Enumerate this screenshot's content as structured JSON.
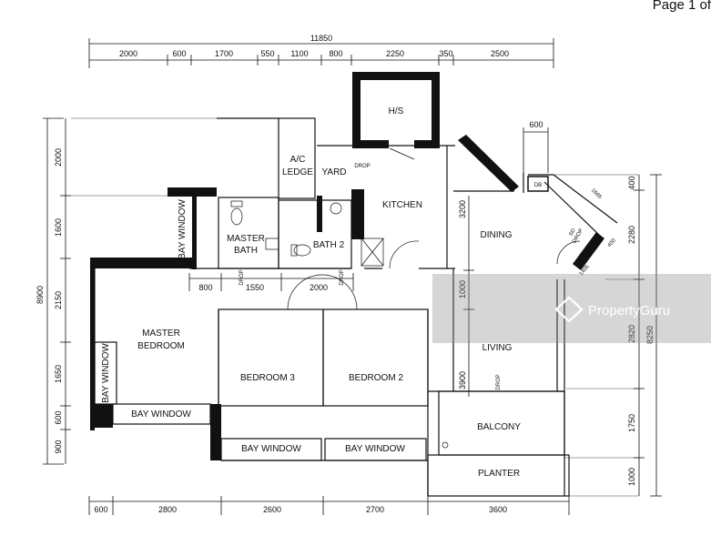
{
  "page_label": "Page 1 of",
  "watermark": {
    "text": "PropertyGuru",
    "icon": "propertyguru-logo-icon"
  },
  "dims": {
    "total_width": "11850",
    "top": [
      "2000",
      "600",
      "1700",
      "550",
      "1100",
      "800",
      "2250",
      "350",
      "2500"
    ],
    "bottom": [
      "600",
      "2800",
      "2600",
      "2700",
      "3600"
    ],
    "left_total": "8900",
    "left": [
      "2000",
      "1600",
      "2150",
      "1650",
      "600",
      "900"
    ],
    "right_total": "8250",
    "right": [
      "400",
      "2280",
      "2820",
      "1750",
      "1000"
    ],
    "inner": {
      "kitchen_3200": "3200",
      "living_1000": "1000",
      "living_3900": "3900",
      "corridor_800": "800",
      "corridor_1550": "1550",
      "corridor_2000": "2000",
      "dining_600": "600",
      "diag_1665": "1665",
      "diag_1405": "1405",
      "diag_400": "400"
    }
  },
  "rooms": {
    "hs": "H/S",
    "ac_ledge_1": "A/C",
    "ac_ledge_2": "LEDGE",
    "yard": "YARD",
    "kitchen": "KITCHEN",
    "dining": "DINING",
    "master_bath_1": "MASTER",
    "master_bath_2": "BATH",
    "bath2": "BATH 2",
    "master_bedroom_1": "MASTER",
    "master_bedroom_2": "BEDROOM",
    "bedroom3": "BEDROOM 3",
    "bedroom2": "BEDROOM 2",
    "living": "LIVING",
    "balcony": "BALCONY",
    "planter": "PLANTER",
    "bay_window": "BAY WINDOW",
    "drop": "DROP",
    "db": "DB",
    "sd": "SD"
  }
}
